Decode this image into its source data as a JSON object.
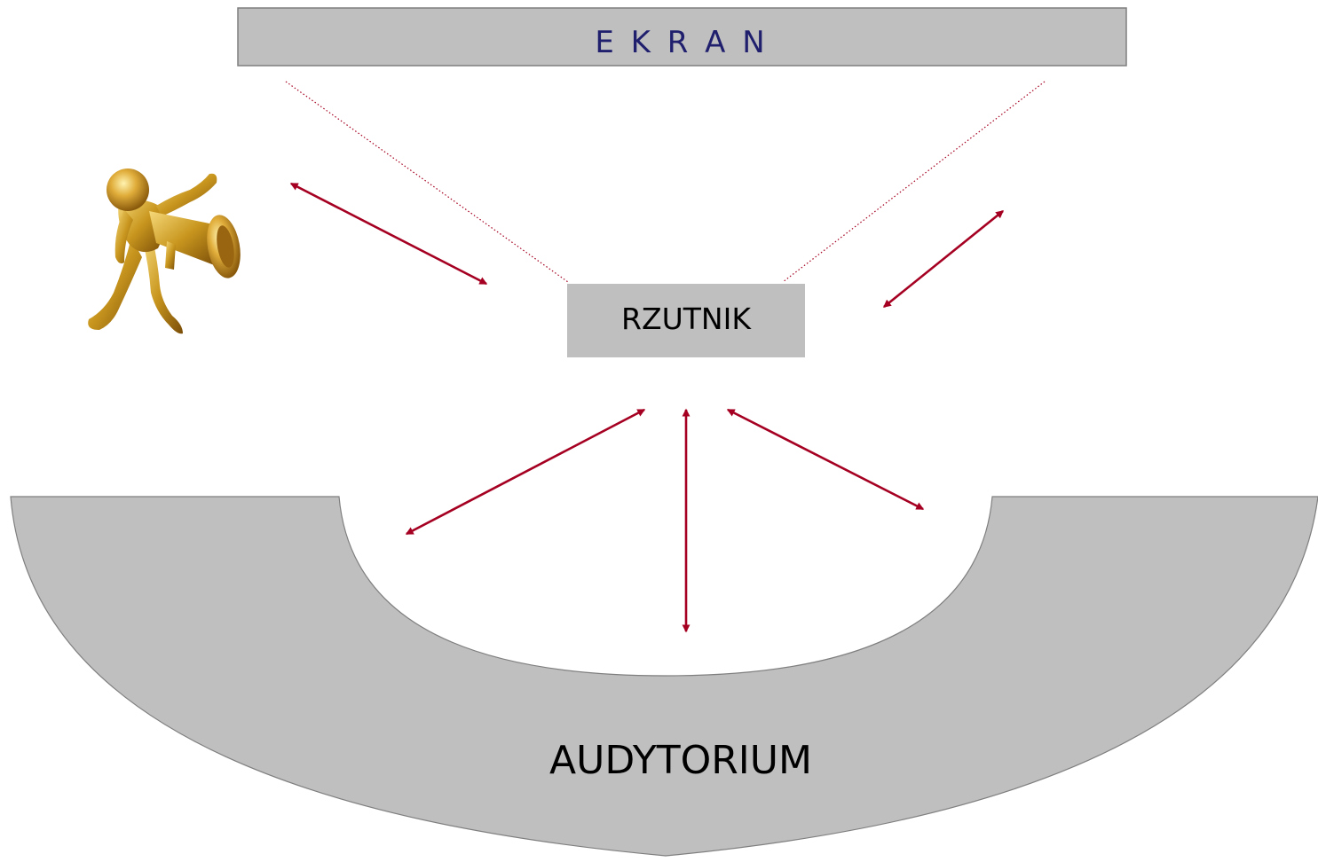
{
  "screen": {
    "label": "E K R A N",
    "fill": "#bfbfbf",
    "text_color": "#1f1f6e"
  },
  "projector": {
    "label": "RZUTNIK",
    "fill": "#bfbfbf",
    "text_color": "#000000"
  },
  "audience": {
    "label": "AUDYTORIUM",
    "fill": "#bfbfbf",
    "text_color": "#000000"
  },
  "colors": {
    "arrow": "#a50021",
    "projection_line": "#a50021",
    "outline": "#7f7f7f",
    "figure_gold": "#c8961e"
  },
  "icons": {
    "speaker": "person-with-megaphone-icon"
  }
}
